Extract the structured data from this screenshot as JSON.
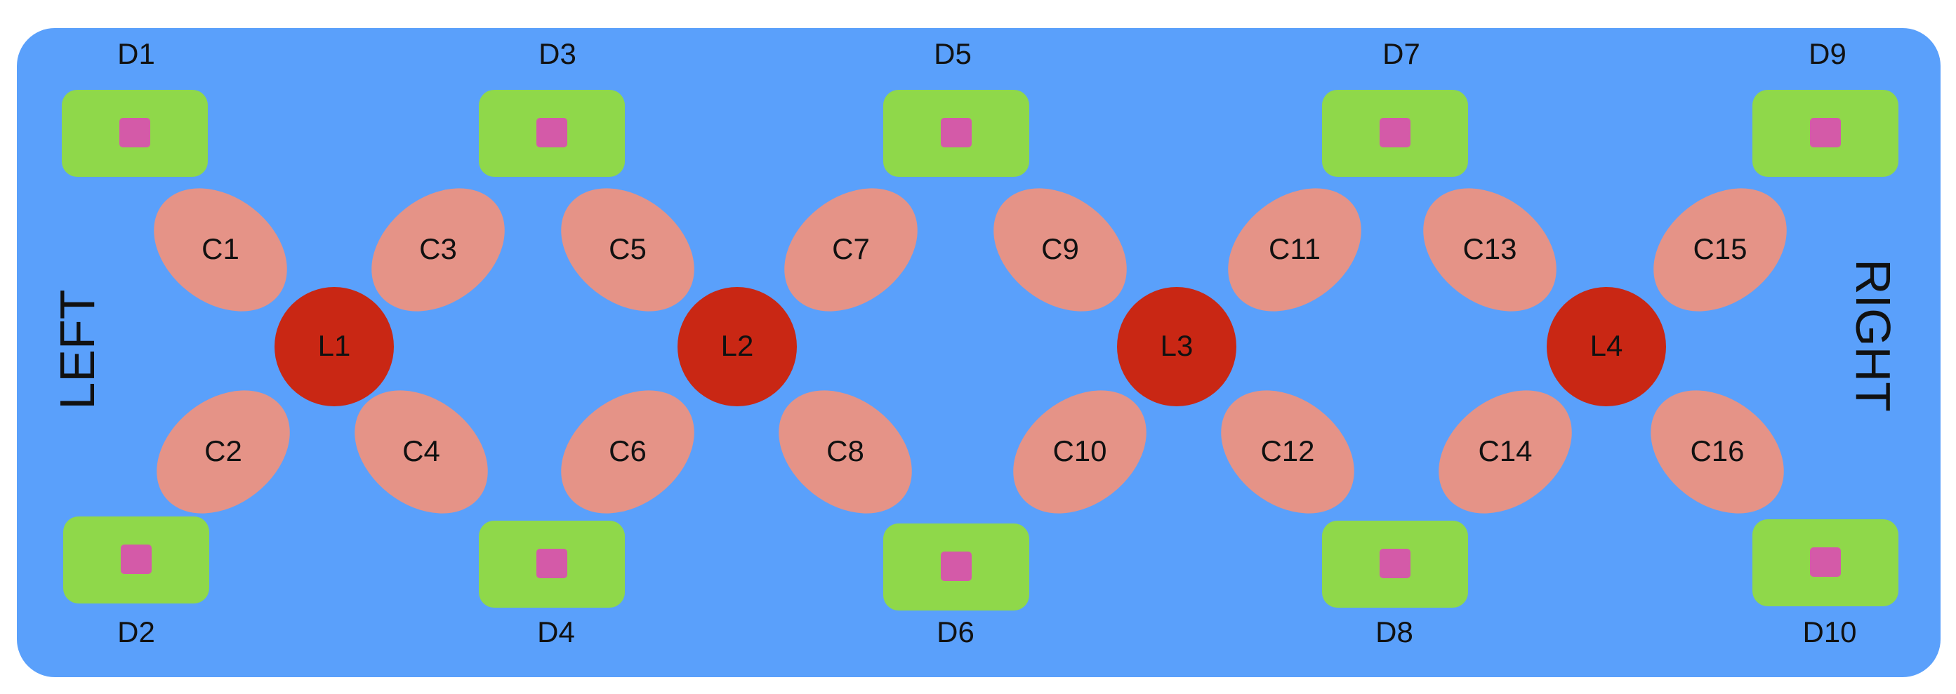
{
  "board": {
    "background": "#5aa0fb"
  },
  "sides": {
    "left": "LEFT",
    "right": "RIGHT"
  },
  "colors": {
    "pad": "#8fd84a",
    "pad_inner": "#d45aa8",
    "petal": "#e59387",
    "node": "#c92714"
  },
  "pads": [
    "D1",
    "D2",
    "D3",
    "D4",
    "D5",
    "D6",
    "D7",
    "D8",
    "D9",
    "D10"
  ],
  "petals": [
    "C1",
    "C2",
    "C3",
    "C4",
    "C5",
    "C6",
    "C7",
    "C8",
    "C9",
    "C10",
    "C11",
    "C12",
    "C13",
    "C14",
    "C15",
    "C16"
  ],
  "nodes": [
    "L1",
    "L2",
    "L3",
    "L4"
  ]
}
